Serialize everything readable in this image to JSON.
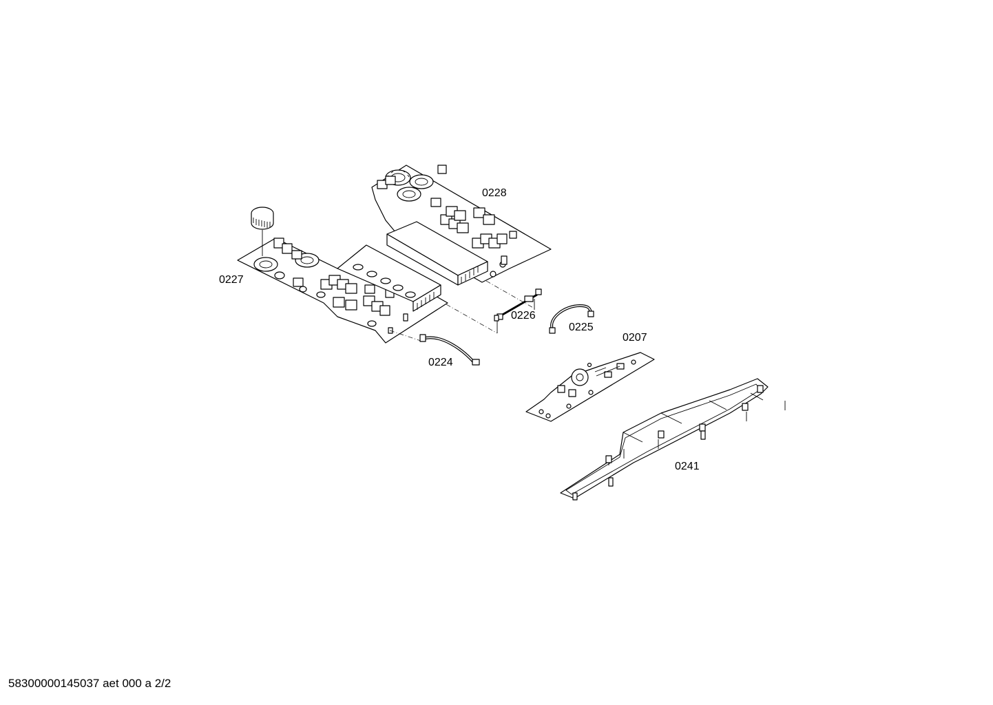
{
  "parts": [
    {
      "id": "p0228",
      "number": "0228"
    },
    {
      "id": "p0227",
      "number": "0227"
    },
    {
      "id": "p0226",
      "number": "0226"
    },
    {
      "id": "p0225",
      "number": "0225"
    },
    {
      "id": "p0224",
      "number": "0224"
    },
    {
      "id": "p0207",
      "number": "0207"
    },
    {
      "id": "p0241",
      "number": "0241"
    }
  ],
  "footer": {
    "document_code": "58300000145037 aet 000 a 2/2"
  }
}
